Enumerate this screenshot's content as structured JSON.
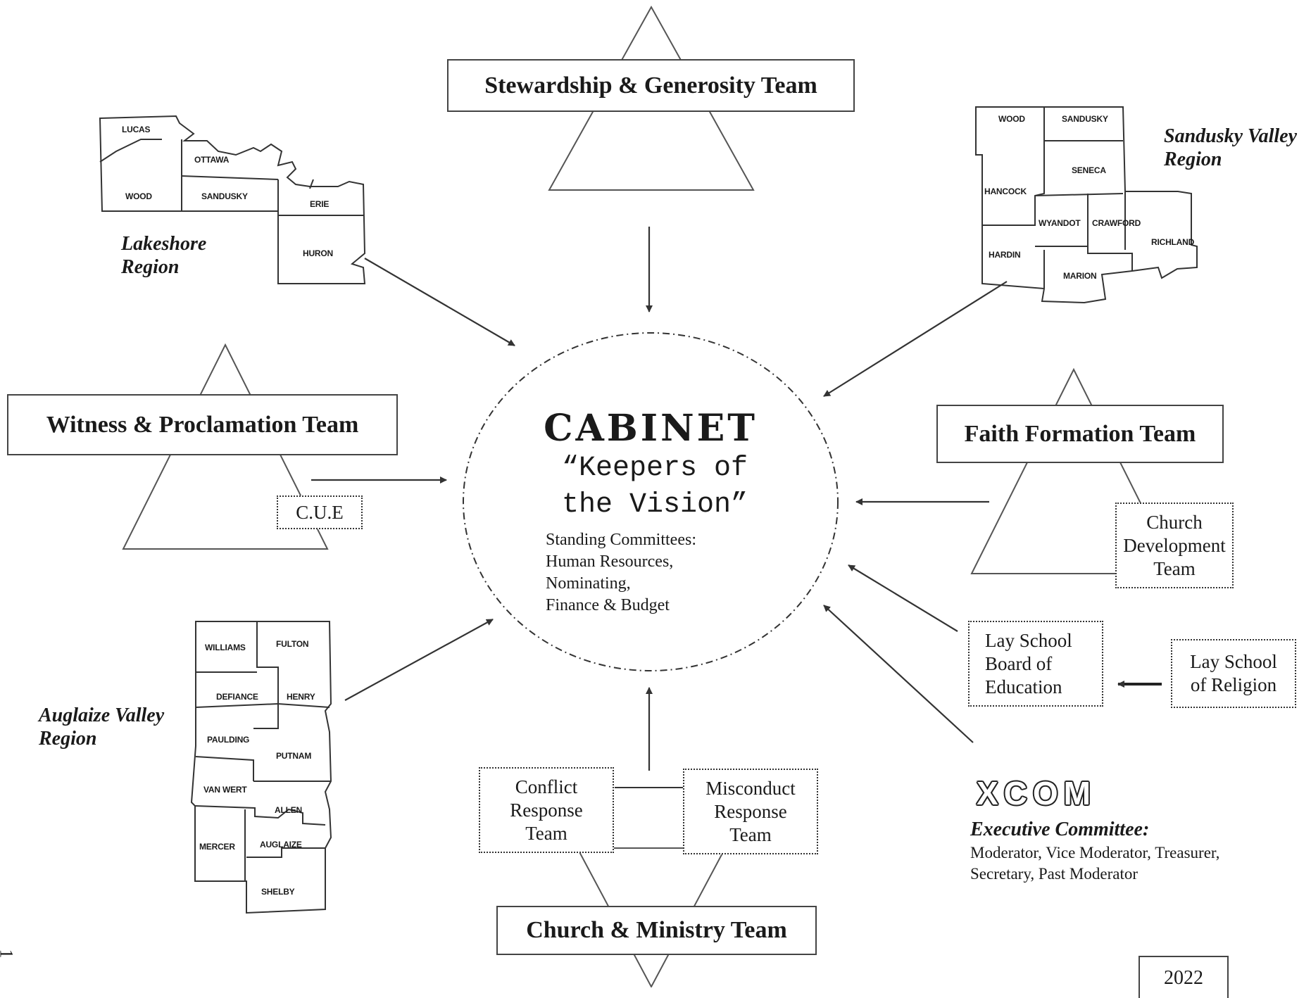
{
  "cabinet": {
    "title": "CABINET",
    "subtitle_lines": [
      "“Keepers of",
      "the Vision”"
    ],
    "standing_committees": [
      "Standing Committees:",
      "Human Resources,",
      "Nominating,",
      "Finance & Budget"
    ]
  },
  "teams": {
    "stewardship": "Stewardship & Generosity Team",
    "witness": "Witness & Proclamation Team",
    "faith_formation": "Faith Formation Team",
    "church_ministry": "Church & Ministry Team"
  },
  "small_boxes": {
    "cue": "C.U.E",
    "church_development": [
      "Church",
      "Development",
      "Team"
    ],
    "lay_school_board": [
      "Lay School",
      "Board of",
      "Education"
    ],
    "lay_school_religion": [
      "Lay School",
      "of Religion"
    ],
    "conflict_response": [
      "Conflict",
      "Response",
      "Team"
    ],
    "misconduct_response": [
      "Misconduct",
      "Response",
      "Team"
    ]
  },
  "regions": {
    "lakeshore": {
      "label": [
        "Lakeshore",
        "Region"
      ],
      "counties": [
        "LUCAS",
        "OTTAWA",
        "WOOD",
        "SANDUSKY",
        "ERIE",
        "HURON"
      ]
    },
    "sandusky_valley": {
      "label": [
        "Sandusky Valley",
        "Region"
      ],
      "counties": [
        "WOOD",
        "SANDUSKY",
        "SENECA",
        "HANCOCK",
        "WYANDOT",
        "CRAWFORD",
        "RICHLAND",
        "HARDIN",
        "MARION"
      ]
    },
    "auglaize_valley": {
      "label": [
        "Auglaize Valley",
        "Region"
      ],
      "counties": [
        "WILLIAMS",
        "FULTON",
        "DEFIANCE",
        "HENRY",
        "PAULDING",
        "PUTNAM",
        "VAN WERT",
        "ALLEN",
        "MERCER",
        "AUGLAIZE",
        "SHELBY"
      ]
    }
  },
  "xcom": {
    "logo_text": "XCOM",
    "title": "Executive Committee:",
    "members": [
      "Moderator, Vice Moderator, Treasurer,",
      "Secretary, Past Moderator"
    ]
  },
  "year": "2022",
  "page_number": "1"
}
